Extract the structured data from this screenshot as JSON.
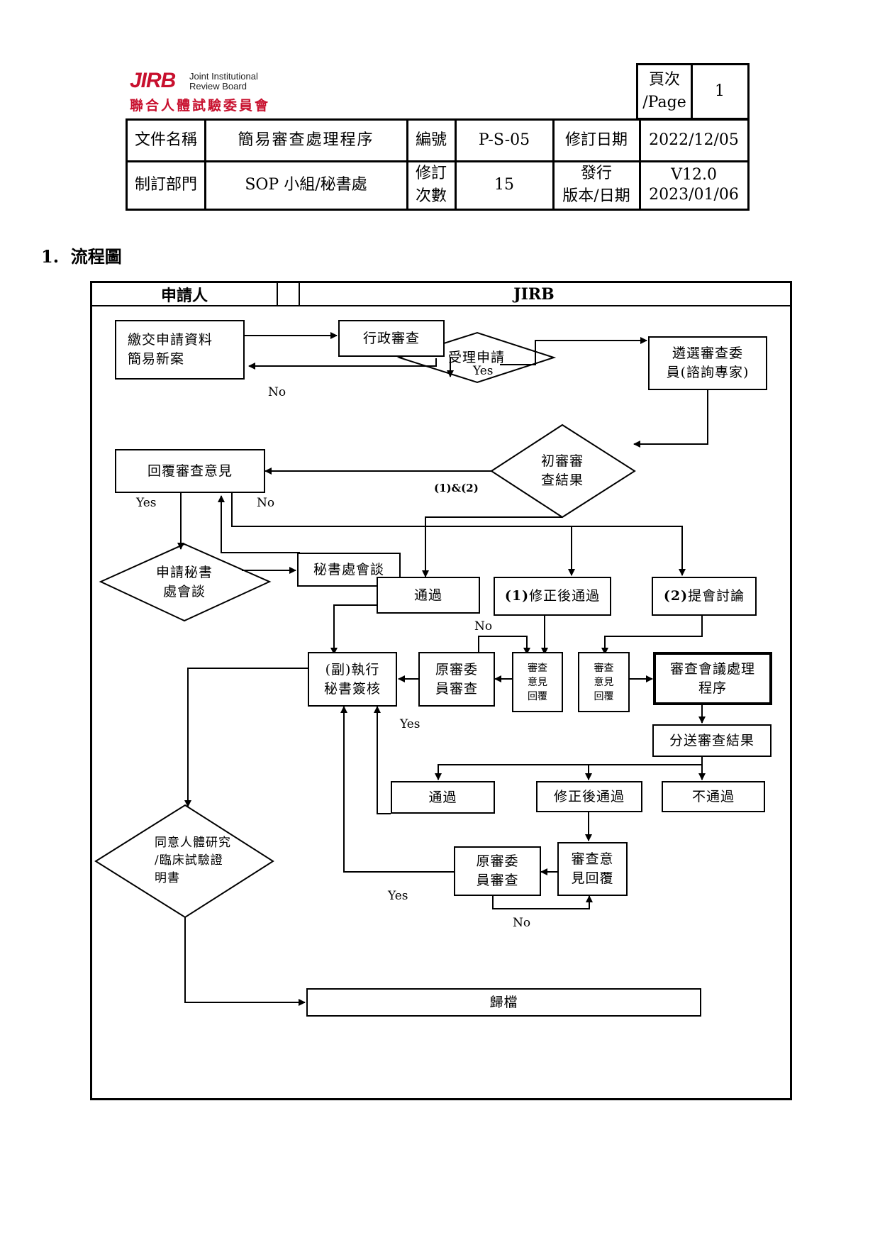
{
  "logo": {
    "mark": "JIRB",
    "en_line1": "Joint Institutional",
    "en_line2": "Review Board",
    "zh": "聯合人體試驗委員會"
  },
  "header": {
    "page_label": "頁次\n/Page",
    "page_value": "1",
    "doc_name_label": "文件名稱",
    "doc_name": "簡易審查處理程序",
    "code_label": "編號",
    "code": "P-S-05",
    "rev_date_label": "修訂日期",
    "rev_date": "2022/12/05",
    "dept_label": "制訂部門",
    "dept": "SOP 小組/秘書處",
    "rev_count_label": "修訂\n次數",
    "rev_count": "15",
    "issue_label": "發行\n版本/日期",
    "issue_value": "V12.0\n2023/01/06"
  },
  "section": {
    "number": "1.",
    "title": "流程圖"
  },
  "flow": {
    "lane_applicant": "申請人",
    "lane_jirb": "JIRB",
    "submit": "繳交申請資料\n簡易新案",
    "admin_review": "行政審查",
    "accept": "受理申請",
    "select_reviewer": "遴選審查委\n員(諮詢專家)",
    "reply_comments": "回覆審查意見",
    "initial_result": "初審審\n查結果",
    "opt_1_2": "(1)&(2)",
    "secretariat_meeting": "秘書處會談",
    "request_meeting": "申請秘書\n處會談",
    "pass": "通過",
    "rev_pass_num": "(1)",
    "rev_pass_text": "修正後通過",
    "board_num": "(2)",
    "board_text": "提會討論",
    "vice_sign": "(副)執行\n秘書簽核",
    "orig_reviewer": "原審委\n員審查",
    "comment_reply_a": "審查\n意見\n回覆",
    "comment_reply_b": "審查\n意見\n回覆",
    "meeting_proc": "審查會議處理\n程序",
    "send_result": "分送審查結果",
    "pass2": "通過",
    "rev_pass2": "修正後通過",
    "reject": "不通過",
    "consent": "同意人體研究\n/臨床試驗證\n明書",
    "orig_reviewer2": "原審委\n員審查",
    "comment_reply2": "審查意\n見回覆",
    "archive": "歸檔",
    "yes": "Yes",
    "no": "No"
  }
}
